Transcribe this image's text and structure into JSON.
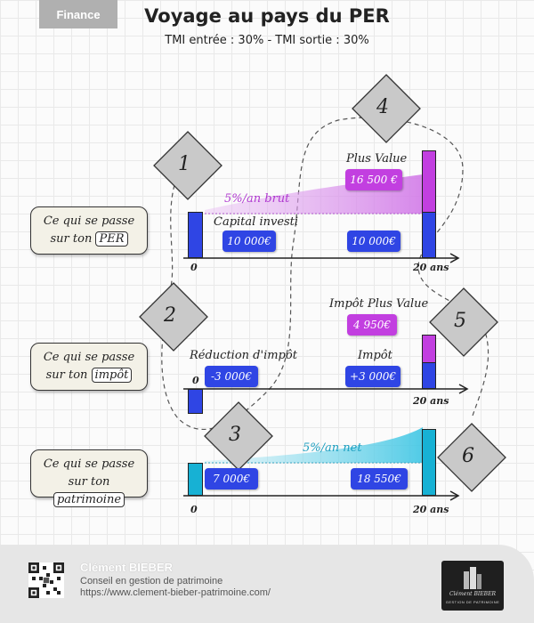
{
  "header": {
    "tag": "Finance",
    "title": "Voyage au pays du PER",
    "subtitle": "TMI entrée : 30% - TMI sortie : 30%"
  },
  "rows": [
    {
      "line1": "Ce qui se passe",
      "prefix": "sur ton",
      "boxed": "PER"
    },
    {
      "line1": "Ce qui se passe",
      "prefix": "sur ton",
      "boxed": "impôt"
    },
    {
      "line1": "Ce qui se passe",
      "prefix": "sur ton",
      "boxed": "patrimoine"
    }
  ],
  "steps": [
    "1",
    "2",
    "3",
    "4",
    "5",
    "6"
  ],
  "per": {
    "rate_label": "5%/an brut",
    "capital_label": "Capital investi",
    "capital_start": "10 000€",
    "capital_end": "10 000€",
    "gain_label": "Plus Value",
    "gain_value": "16 500 €",
    "axis_start": "0",
    "axis_end": "20 ans"
  },
  "tax": {
    "reduction_label": "Réduction d'impôt",
    "reduction_value": "-3 000€",
    "tax_label": "Impôt",
    "tax_value": "+3 000€",
    "gain_tax_label": "Impôt Plus Value",
    "gain_tax_value": "4 950€",
    "axis_start": "0",
    "axis_end": "20 ans"
  },
  "wealth": {
    "rate_label": "5%/an net",
    "start_value": "7 000€",
    "end_value": "18 550€",
    "axis_start": "0",
    "axis_end": "20 ans"
  },
  "footer": {
    "name": "Clément BIEBER",
    "role": "Conseil en gestion de patrimoine",
    "url": "https://www.clement-bieber-patrimoine.com/",
    "logo_name": "Clément BIEBER",
    "logo_sub": "GESTION DE PATRIMOINE"
  },
  "colors": {
    "capital": "#2f45e4",
    "gain": "#c23fe0",
    "wealth": "#17b1d4",
    "diamond": "#c9c9c9"
  }
}
